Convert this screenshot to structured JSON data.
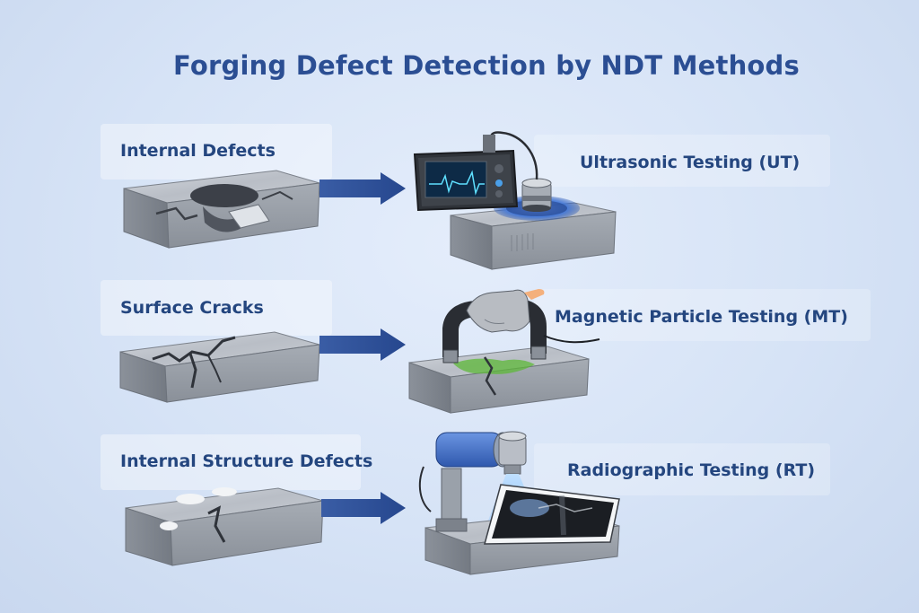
{
  "title": "Forging Defect Detection by NDT Methods",
  "rows": [
    {
      "defect": "Internal Defects",
      "method": "Ultrasonic Testing (UT)"
    },
    {
      "defect": "Surface Cracks",
      "method": "Magnetic Particle Testing (MT)"
    },
    {
      "defect": "Internal Structure Defects",
      "method": "Radiographic Testing (RT)"
    }
  ],
  "colors": {
    "title": "#2b4e93",
    "arrow": "#2d4f9a",
    "steel_top": "#c3c8cf",
    "steel_front": "#9aa1aa",
    "magnetic_particles": "#5db838",
    "ultrasonic_ring": "#3d74d8",
    "xray_beam": "#7fc0ff"
  }
}
